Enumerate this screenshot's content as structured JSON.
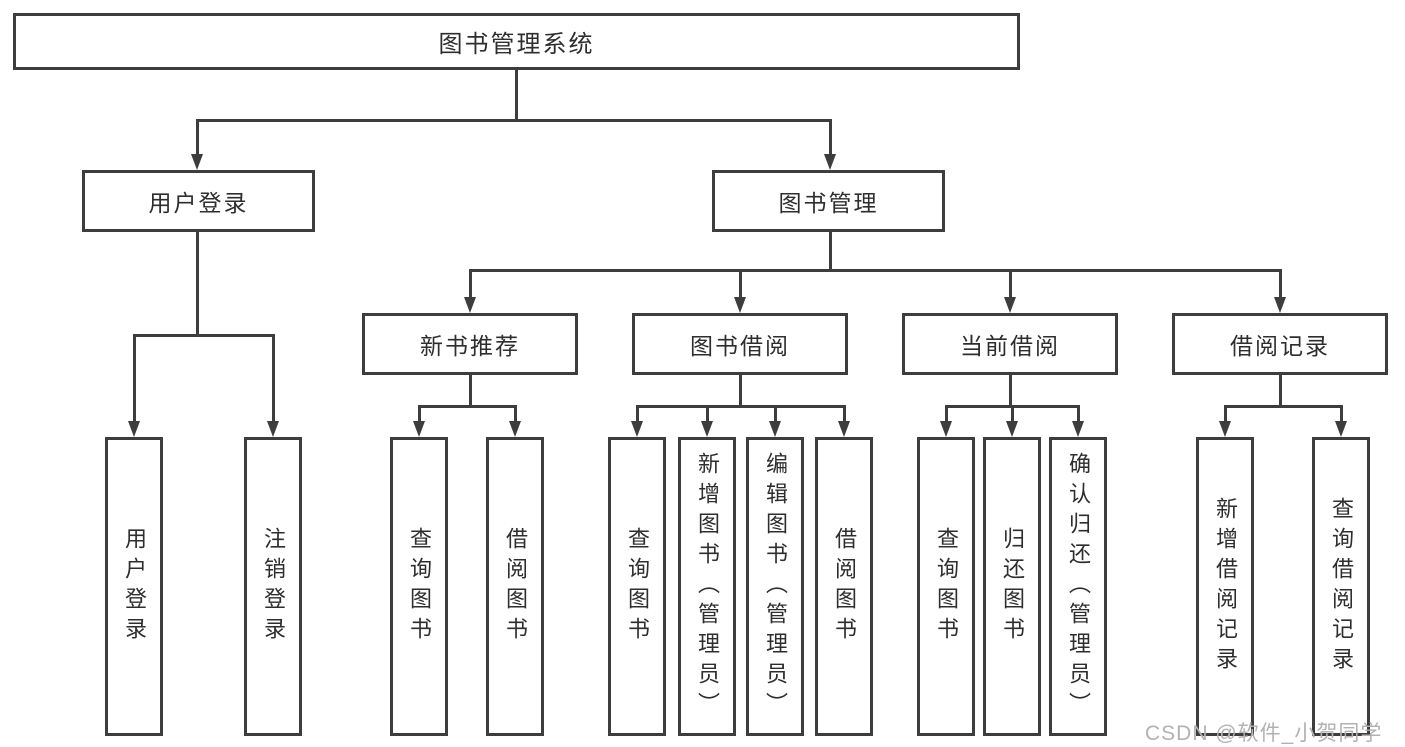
{
  "tree": {
    "root": {
      "label": "图书管理系统"
    },
    "branches": [
      {
        "label": "用户登录",
        "leaves": [
          "用户登录",
          "注销登录"
        ]
      },
      {
        "label": "图书管理",
        "groups": [
          {
            "label": "新书推荐",
            "leaves": [
              "查询图书",
              "借阅图书"
            ]
          },
          {
            "label": "图书借阅",
            "leaves": [
              "查询图书",
              "新增图书（管理员）",
              "编辑图书（管理员）",
              "借阅图书"
            ]
          },
          {
            "label": "当前借阅",
            "leaves": [
              "查询图书",
              "归还图书",
              "确认归还（管理员）"
            ]
          },
          {
            "label": "借阅记录",
            "leaves": [
              "新增借阅记录",
              "查询借阅记录"
            ]
          }
        ]
      }
    ]
  },
  "watermark": {
    "text": "CSDN @软件_小贺同学"
  },
  "colors": {
    "line": "#3d3d3d",
    "text": "#2e2e2e",
    "box_bg": "#ffffff",
    "background": "#ffffff",
    "watermark": "#b2b2b2"
  }
}
